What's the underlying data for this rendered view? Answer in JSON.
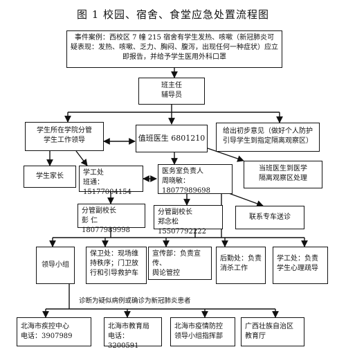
{
  "title": "图 1  校园、宿舍、食堂应急处置流程图",
  "nodes": {
    "event": "事件案例：西校区 7 幢 215 宿舍有学生发热、咳嗽（新冠肺炎可\n疑表现：发热、咳嗽、乏力、胸闷、腹泻，出现任何一种症状）应立\n即报告，并给予学生医用外科口罩",
    "banzhuren": "班主任\n辅导员",
    "fenguan": "学生所在学院分管\n学生工作领导",
    "zhiban": "值班医生 6801210",
    "advice": "给出初步意见（做好个人防护\n引导学生到指定隔离观察区）",
    "parent": "学生家长",
    "xuegong": "学工处\n班通：15177004154",
    "yiwushi": "医务室负责人\n周晓敏：18077989698",
    "geli": "当班医生到医学\n隔离观察区处理",
    "fxz1": "分管副校长\n彭    仁 18077989998",
    "fxz2": "分管副校长\n郑念松 15507792222",
    "zhuanche": "联系专车送诊",
    "lingdao": "领导小组",
    "baowei": "保卫处：现场维\n持秩序；门卫放\n行和引导救护车",
    "xuanchuan": "宣传部：负责宣传、\n舆论管控",
    "houqin": "后勤处：负责\n消杀工作",
    "xuegong2": "学工处：负责\n学生心理疏导",
    "cdc": "北海市疾控中心\n电话：3907989",
    "jiaoyuju": "北海市教育局\n电话：3200591",
    "yiqing": "北海市疫情防控\n领导小组指挥部",
    "gxjyt": "广西壮族自治区\n教育厅"
  },
  "diagnosis_label": "诊断为疑似病例或确诊为新冠肺炎患者"
}
